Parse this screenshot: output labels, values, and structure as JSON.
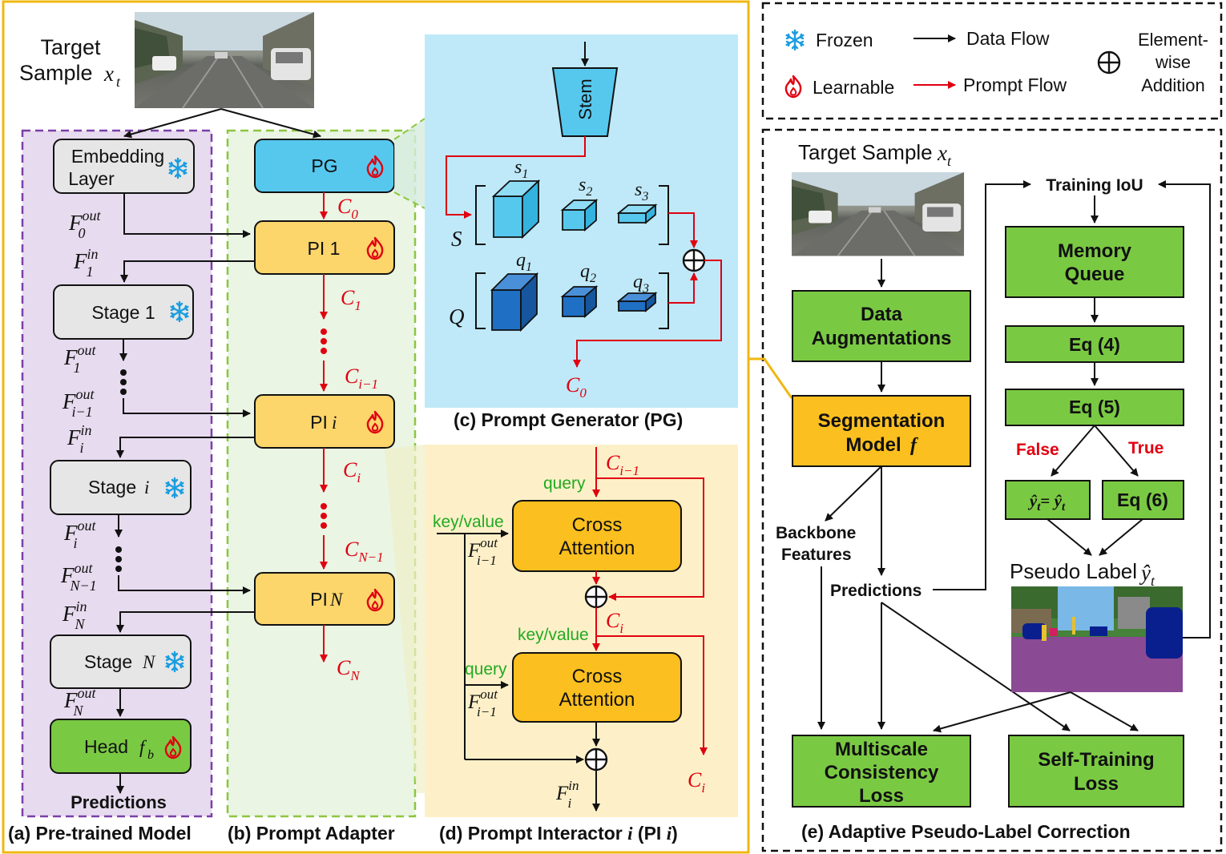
{
  "legend": {
    "frozen": "Frozen",
    "learnable": "Learnable",
    "data_flow": "Data Flow",
    "prompt_flow": "Prompt Flow",
    "elementwise_1": "Element-",
    "elementwise_2": "wise",
    "elementwise_3": "Addition"
  },
  "left": {
    "target_sample_1": "Target",
    "target_sample_2": "Sample",
    "target_var": "x",
    "target_sub": "t",
    "embedding_1": "Embedding",
    "embedding_2": "Layer",
    "stage1": "Stage 1",
    "stage_i": "Stage",
    "stage_i_var": "i",
    "stage_n": "Stage",
    "stage_n_var": "N",
    "head": "Head",
    "head_var": "f",
    "head_sub": "b",
    "predictions": "Predictions",
    "caption_a": "(a) Pre-trained Model",
    "pg": "PG",
    "pi1": "PI 1",
    "pii": "PI",
    "pii_var": "i",
    "pin": "PI",
    "pin_var": "N",
    "caption_b": "(b) Prompt Adapter"
  },
  "pg_panel": {
    "stem": "Stem",
    "s_label": "S",
    "q_label": "Q",
    "caption": "(c) Prompt Generator (PG)"
  },
  "pi_panel": {
    "query": "query",
    "key_value": "key/value",
    "cross_attention_1": "Cross",
    "cross_attention_2": "Attention",
    "caption": "(d) Prompt Interactor",
    "caption_var": "i",
    "caption_tail": "(PI",
    "caption_tail_var": "i",
    "caption_close": ")"
  },
  "right": {
    "target_sample": "Target Sample",
    "data_aug_1": "Data",
    "data_aug_2": "Augmentations",
    "seg_model_1": "Segmentation",
    "seg_model_2": "Model",
    "seg_model_var": "f",
    "backbone_1": "Backbone",
    "backbone_2": "Features",
    "predictions": "Predictions",
    "training_iou": "Training IoU",
    "memory_queue_1": "Memory",
    "memory_queue_2": "Queue",
    "eq4": "Eq (4)",
    "eq5": "Eq (5)",
    "eq6": "Eq (6)",
    "false_label": "False",
    "true_label": "True",
    "pseudo_label": "Pseudo Label",
    "multiscale_1": "Multiscale",
    "multiscale_2": "Consistency",
    "multiscale_3": "Loss",
    "selftrain_1": "Self-Training",
    "selftrain_2": "Loss",
    "caption": "(e) Adaptive Pseudo-Label Correction"
  },
  "icons": {
    "frozen": "snowflake-icon",
    "learnable": "flame-icon",
    "addition": "circled-plus-icon"
  },
  "colors": {
    "data_flow": "#111111",
    "prompt_flow": "#e00010",
    "gray_box": "#e6e6e6",
    "green_box": "#7ac943",
    "yellow_box": "#fcd56b",
    "blue_box": "#56c8ee",
    "orange_box": "#fbbf1f",
    "purple_panel": "#e7dbef",
    "green_panel": "#eaf5e4",
    "pg_panel": "#bfe9f8",
    "pi_panel": "#fdf0c8",
    "frame": "#f1b712"
  }
}
